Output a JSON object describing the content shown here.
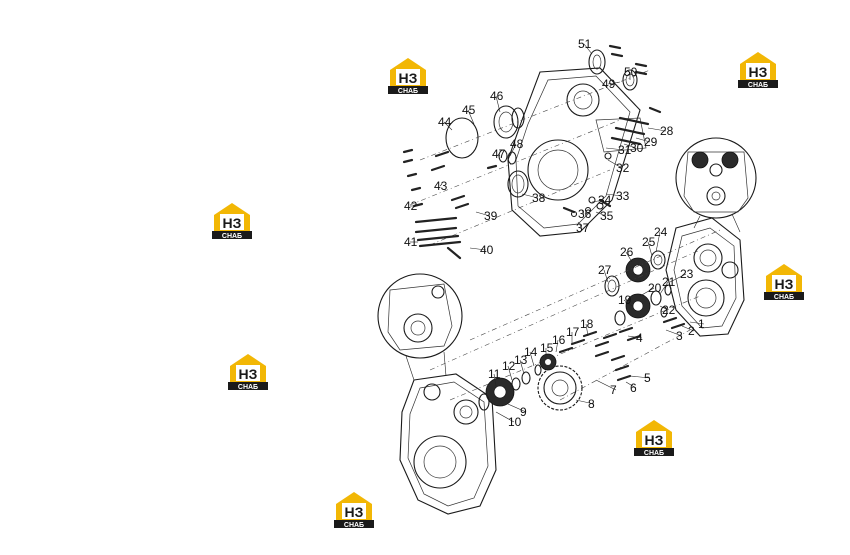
{
  "diagram": {
    "callouts": [
      "1",
      "2",
      "3",
      "4",
      "5",
      "6",
      "7",
      "8",
      "9",
      "10",
      "11",
      "12",
      "13",
      "14",
      "15",
      "16",
      "17",
      "18",
      "19",
      "20",
      "21",
      "22",
      "23",
      "24",
      "25",
      "26",
      "27",
      "28",
      "29",
      "30",
      "31",
      "32",
      "33",
      "34",
      "35",
      "36",
      "37",
      "38",
      "39",
      "40",
      "41",
      "42",
      "43",
      "44",
      "45",
      "46",
      "47",
      "48",
      "49",
      "50",
      "51"
    ]
  },
  "watermark": {
    "logo_text": "НЗ",
    "logo_subtext": "СНАБ",
    "colors": {
      "accent": "#f2b705",
      "dark": "#1a1a1a"
    }
  }
}
